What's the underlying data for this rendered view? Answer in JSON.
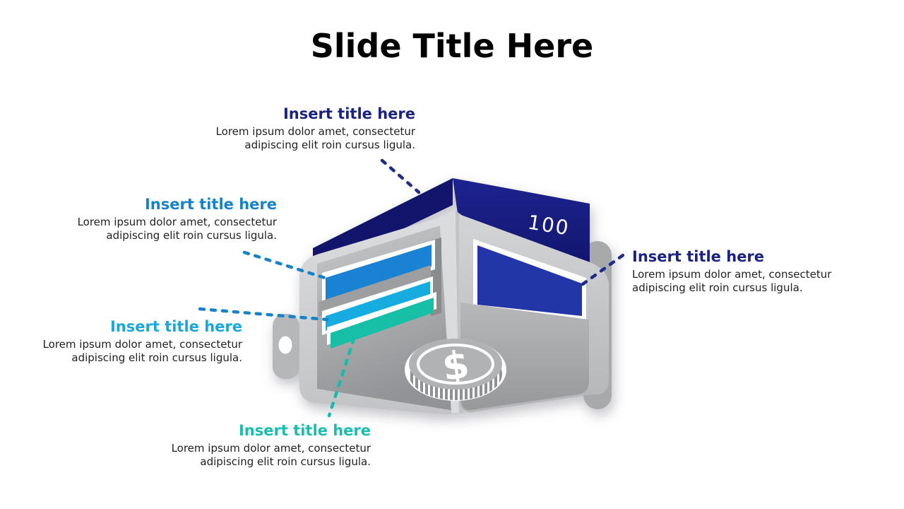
{
  "slide": {
    "title": "Slide Title Here",
    "background_color": "#ffffff",
    "title_color": "#000000"
  },
  "callouts": [
    {
      "position": "top",
      "title": "Insert title here",
      "body": "Lorem ipsum dolor amet, consectetur adipiscing elit roin cursus ligula.",
      "title_color": "#1a2383",
      "line_color": "#1f2d87"
    },
    {
      "position": "upper-left",
      "title": "Insert title here",
      "body": "Lorem ipsum dolor amet, consectetur adipiscing elit roin cursus ligula.",
      "title_color": "#1583c9",
      "line_color": "#1583c9"
    },
    {
      "position": "lower-left",
      "title": "Insert title here",
      "body": "Lorem ipsum dolor amet, consectetur adipiscing elit roin cursus ligula.",
      "title_color": "#1aa7dd",
      "line_color": "#1583c9"
    },
    {
      "position": "bottom",
      "title": "Insert title here",
      "body": "Lorem ipsum dolor amet, consectetur adipiscing elit roin cursus ligula.",
      "title_color": "#19bfae",
      "line_color": "#16bcab"
    },
    {
      "position": "right",
      "title": "Insert title here",
      "body": "Lorem ipsum dolor amet, consectetur adipiscing elit roin cursus ligula.",
      "title_color": "#1a2383",
      "line_color": "#1f2d87"
    }
  ],
  "wallet": {
    "banknote_value": "100",
    "coin_symbol": "$",
    "colors": {
      "banknote_dark": "#12156b",
      "banknote_light": "#1d2390",
      "card_blue": "#1a82d2",
      "card_cyan": "#16ace0",
      "card_teal": "#17bfa6",
      "card_royal": "#2336a8",
      "wallet_gray": "#c9cacc",
      "coin_gray": "#b1b2b4"
    }
  }
}
